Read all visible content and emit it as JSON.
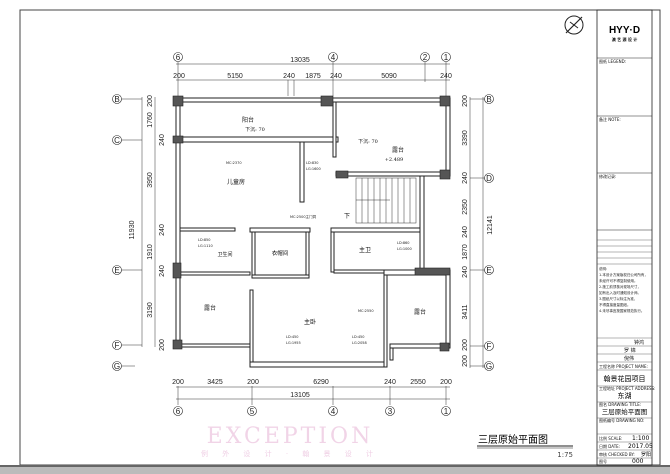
{
  "title_block": {
    "logo": "HYY·D",
    "logo_sub": "澳 艺 源 设 计",
    "sections": [
      "图纸 LEGEND:",
      "备注 NOTE:",
      "修改记录:"
    ],
    "project_label": "工程名称 PROJECT NAME:",
    "project_name": "翰景花园项目",
    "area_label": "工程地址 PROJECT ADDRESS:",
    "area": "东湖",
    "drawing_label": "图名 DRAWING TITLE:",
    "drawing_title": "三层原始平面图",
    "drawing_no_label": "图纸编号 DRAWING NO:",
    "scale_label": "比例 SCALE:",
    "scale": "1:100",
    "date_label": "日期 DATE:",
    "date": "2017.05",
    "checked_label": "审核 CHECKED BY:",
    "checked": "罗阳",
    "no_label": "图号",
    "no": "000",
    "designer": "钟鸿",
    "drawer": "罗 锦",
    "reviewer": "倪伟"
  },
  "plan": {
    "title": "三层原始平面图",
    "scale": "1:75",
    "watermark": "EXCEPTION",
    "watermark_sub": "例 外 设 计 · 翰 景 设 计",
    "top_total": "13035",
    "top_dims": [
      "200",
      "5150",
      "240",
      "1875",
      "240",
      "5090",
      "240"
    ],
    "bottom_total": "13105",
    "bottom_dims": [
      "200",
      "3425",
      "200",
      "6290",
      "240",
      "2550",
      "200"
    ],
    "left_total": "11930",
    "left_dims": [
      "200",
      "1760",
      "240",
      "3950",
      "240",
      "1910",
      "240",
      "3190",
      "200"
    ],
    "right_total": "12141",
    "right_dims": [
      "200",
      "3390",
      "240",
      "2350",
      "240",
      "1870",
      "240",
      "3411",
      "200",
      "200"
    ],
    "top_axes": [
      "6",
      "4",
      "2",
      "1"
    ],
    "bottom_axes": [
      "6",
      "5",
      "4",
      "3",
      "1"
    ],
    "left_axes": [
      "B",
      "C",
      "E",
      "F",
      "G"
    ],
    "right_axes": [
      "B",
      "D",
      "E",
      "F",
      "G"
    ],
    "rooms": {
      "balcony_top": "阳台",
      "balcony_top_note": "下沉: 70",
      "terrace_top": "露台",
      "terrace_top_note": "下沉: 70",
      "terrace_top_level": "+2.489",
      "kids_room": "儿童房",
      "bathroom": "卫生间",
      "closet": "衣帽间",
      "master_bath": "主卫",
      "terrace_left": "露台",
      "master_bed": "主卧",
      "terrace_right": "露台"
    },
    "notes": {
      "mc1": "MC:2370",
      "ld1": "LD:830",
      "lg1": "LG:1600",
      "mc2": "MC:2500主门洞",
      "ld2": "LD:850",
      "lg2": "LG:1110",
      "ld3": "LD:860",
      "lg3": "LG:1000",
      "mc3": "MC:2550",
      "ld4": "LD:450",
      "lg4": "LG:1955",
      "ld5": "LD:450",
      "lg5": "LG:2058",
      "down": "下"
    }
  }
}
